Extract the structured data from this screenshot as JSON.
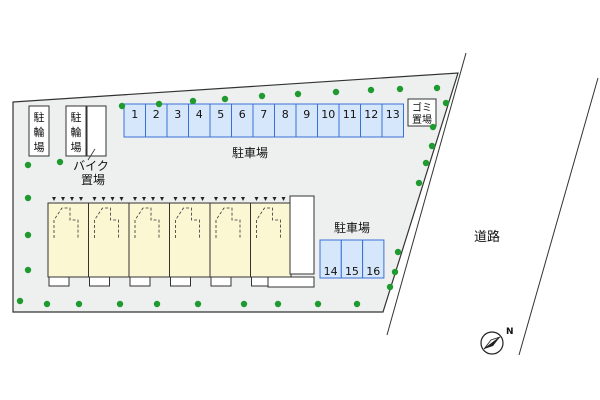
{
  "labels": {
    "bicycle_parking_left": [
      "駐",
      "輪",
      "場"
    ],
    "bicycle_parking_mid": [
      "駐",
      "輪",
      "場"
    ],
    "bike_parking": [
      "バイク",
      "置場"
    ],
    "garbage": [
      "ゴミ",
      "置場"
    ],
    "parking_top": "駐車場",
    "parking_right": "駐車場",
    "road": "道路"
  },
  "parking_top_spots": [
    "1",
    "2",
    "3",
    "4",
    "5",
    "6",
    "7",
    "8",
    "9",
    "10",
    "11",
    "12",
    "13"
  ],
  "parking_right_spots": [
    "14",
    "15",
    "16"
  ],
  "colors": {
    "lot": "#eef0f0",
    "parking_fill": "#d6e7fb",
    "parking_stroke": "#3a6fd8",
    "unit_fill": "#fbf7d2",
    "tree": "#1f9a2f"
  },
  "compass": "north-arrow-icon"
}
